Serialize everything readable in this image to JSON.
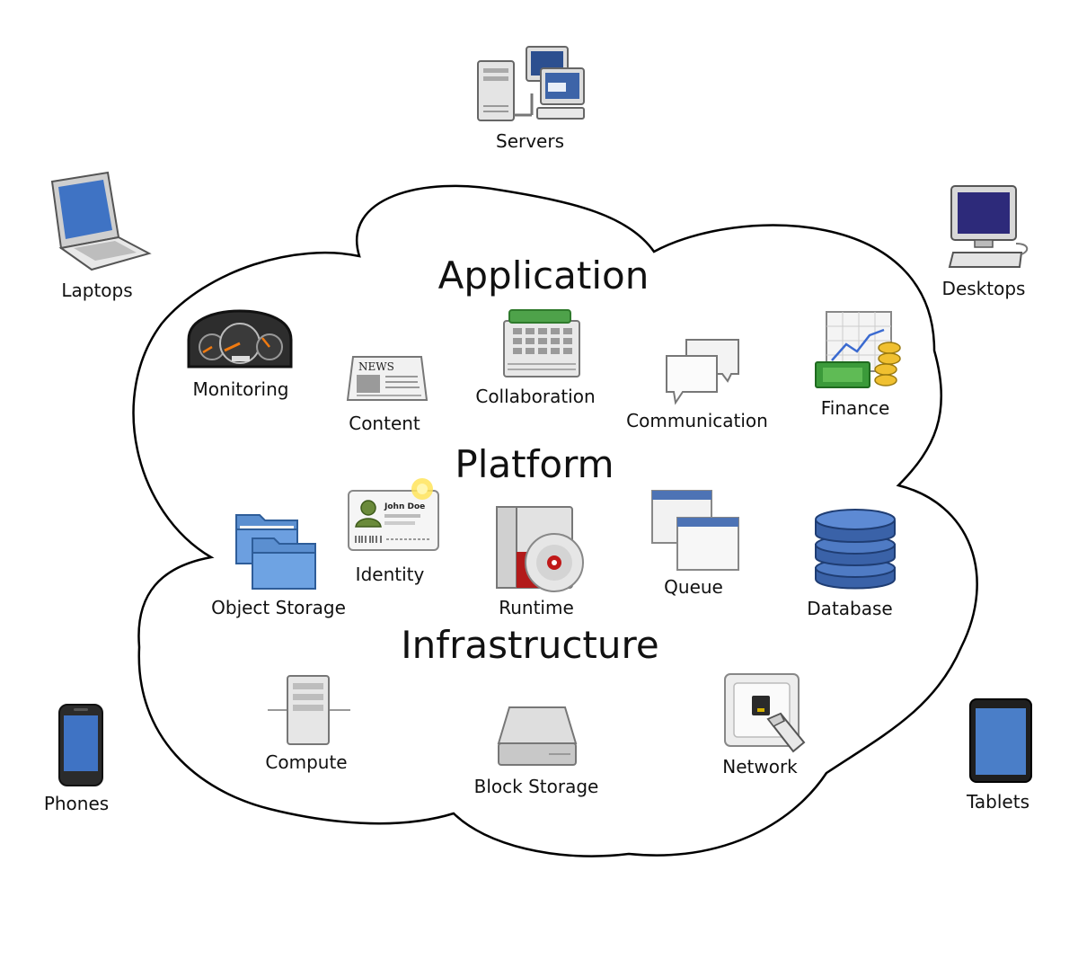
{
  "layers": {
    "application": "Application",
    "platform": "Platform",
    "infrastructure": "Infrastructure"
  },
  "clients": {
    "servers": "Servers",
    "laptops": "Laptops",
    "desktops": "Desktops",
    "phones": "Phones",
    "tablets": "Tablets"
  },
  "application": {
    "monitoring": "Monitoring",
    "content": "Content",
    "collaboration": "Collaboration",
    "communication": "Communication",
    "finance": "Finance"
  },
  "platform": {
    "object_storage": "Object Storage",
    "identity": "Identity",
    "runtime": "Runtime",
    "queue": "Queue",
    "database": "Database"
  },
  "infrastructure": {
    "compute": "Compute",
    "block_storage": "Block Storage",
    "network": "Network"
  },
  "icon_text": {
    "news": "NEWS",
    "name": "John Doe"
  }
}
